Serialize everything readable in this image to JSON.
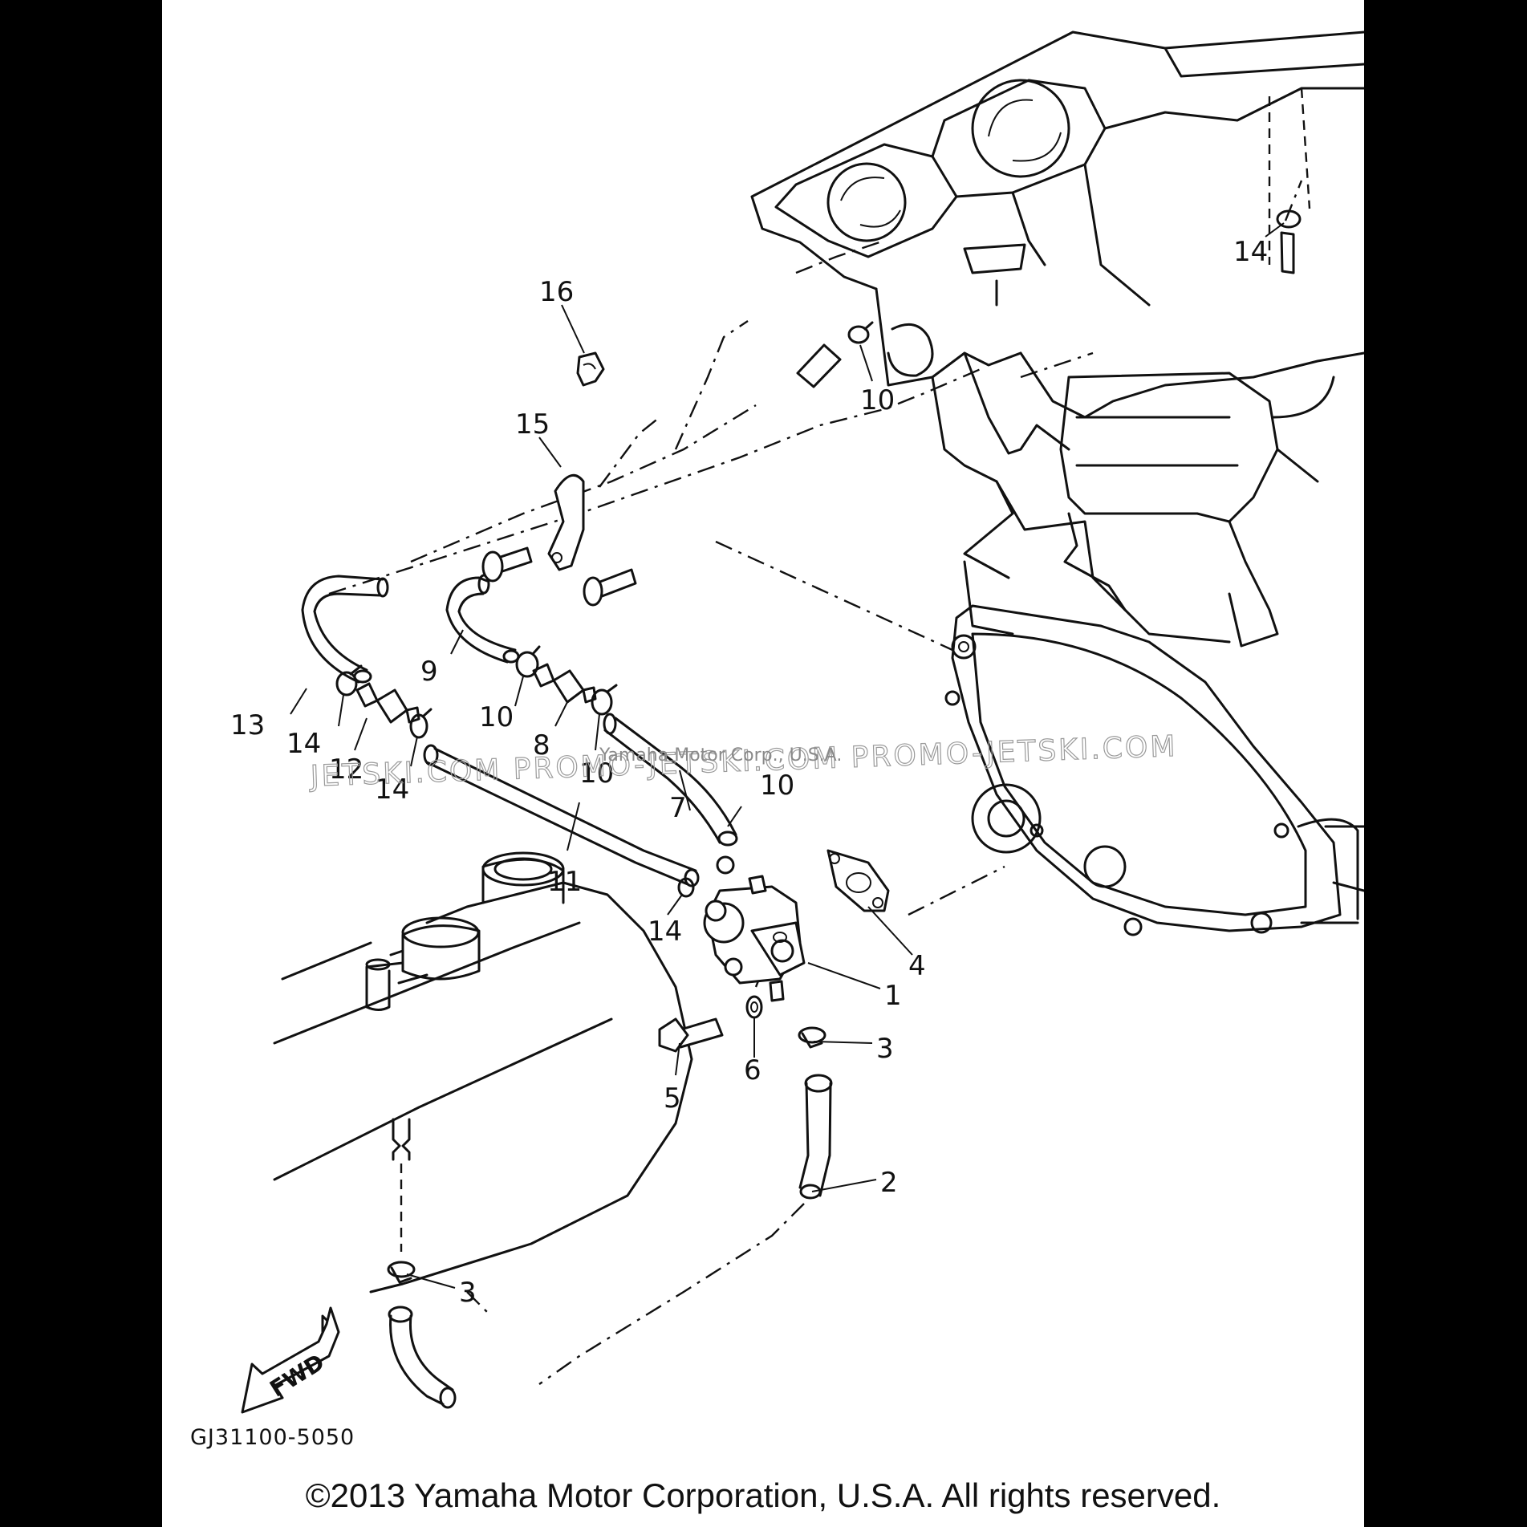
{
  "diagram": {
    "drawing_code": "GJ31100-5050",
    "watermark_text": "JETSKI.COM  PROMO-JETSKI.COM  PROMO-JETSKI.COM",
    "watermark_owner": "Yamaha Motor Corp., U.S.A.",
    "direction_label": "FWD",
    "copyright": "©2013 Yamaha Motor Corporation, U.S.A. All rights reserved."
  },
  "callouts": [
    "1",
    "2",
    "3",
    "3",
    "4",
    "5",
    "6",
    "7",
    "8",
    "9",
    "10",
    "10",
    "10",
    "10",
    "11",
    "12",
    "13",
    "14",
    "14",
    "14",
    "14",
    "15",
    "16"
  ]
}
